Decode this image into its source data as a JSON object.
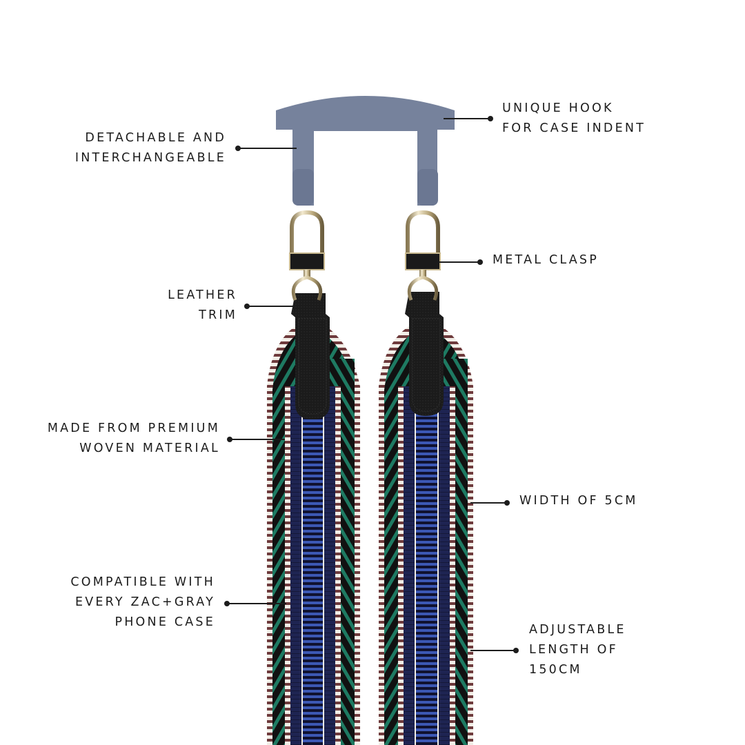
{
  "product": {
    "name": "Woven phone strap with hook",
    "colors": {
      "hook": "#76829c",
      "strap_navy": "#1e2452",
      "strap_blue": "#3c58b4",
      "strap_green": "#1e7a62",
      "strap_edge_brown": "#6e3a3c",
      "strap_white": "#f2efe8",
      "leather": "#1a1a1a",
      "metal": "#d8c9a2",
      "text": "#1c1c1c"
    }
  },
  "callouts": [
    {
      "id": "detachable",
      "lines": [
        "DETACHABLE AND",
        "INTERCHANGEABLE"
      ]
    },
    {
      "id": "unique-hook",
      "lines": [
        "UNIQUE HOOK",
        "FOR CASE INDENT"
      ]
    },
    {
      "id": "metal-clasp",
      "lines": [
        "METAL CLASP"
      ]
    },
    {
      "id": "leather-trim",
      "lines": [
        "LEATHER",
        "TRIM"
      ]
    },
    {
      "id": "woven",
      "lines": [
        "MADE FROM PREMIUM",
        "WOVEN MATERIAL"
      ]
    },
    {
      "id": "width",
      "lines": [
        "WIDTH OF 5CM"
      ]
    },
    {
      "id": "compatible",
      "lines": [
        "COMPATIBLE WITH",
        "EVERY ZAC+GRAY",
        "PHONE CASE"
      ]
    },
    {
      "id": "length",
      "lines": [
        "ADJUSTABLE",
        "LENGTH OF",
        "150CM"
      ]
    }
  ]
}
